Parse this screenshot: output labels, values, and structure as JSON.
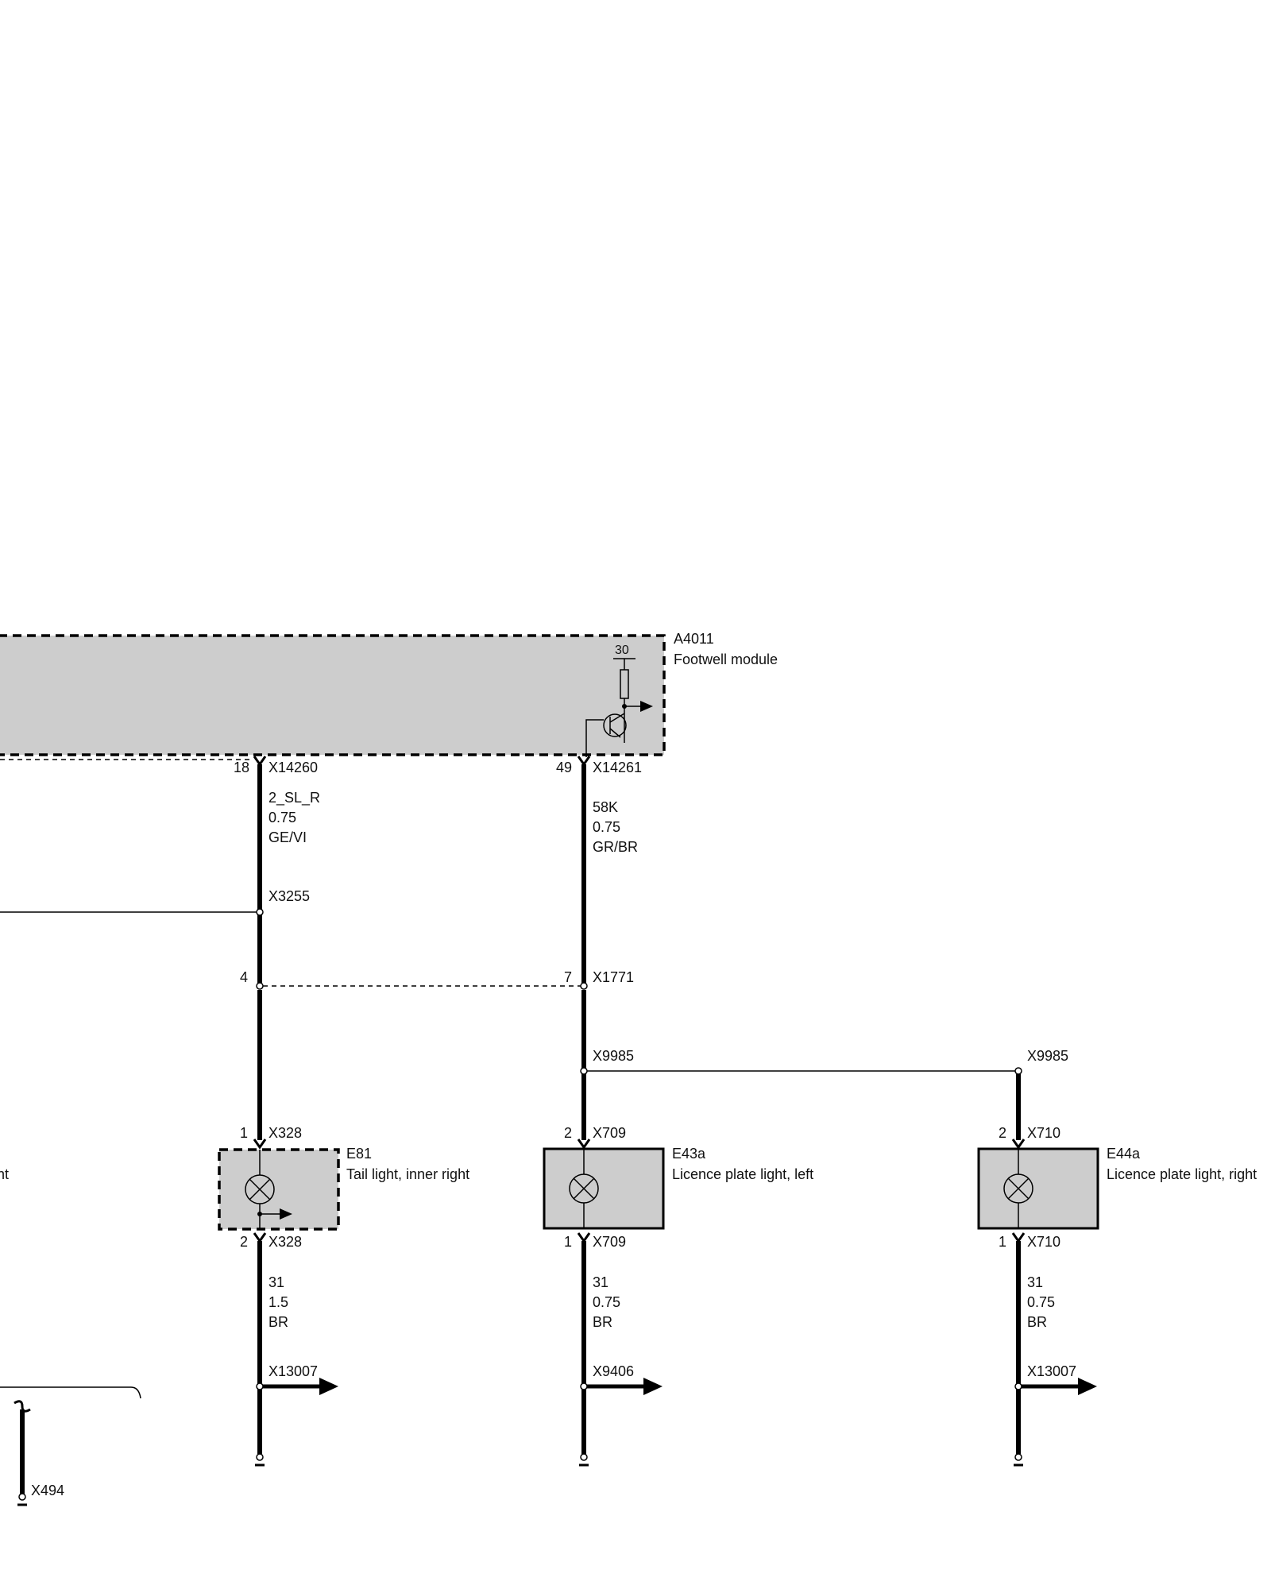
{
  "module": {
    "id": "A4011",
    "name": "Footwell module",
    "supply": "30"
  },
  "left_partial_text": "nt",
  "col1": {
    "top_pin": "18",
    "top_conn": "X14260",
    "wire_name": "2_SL_R",
    "wire_size": "0.75",
    "wire_color": "GE/VI",
    "splice": "X3255",
    "mid_pin": "4",
    "comp_pin_top": "1",
    "comp_conn_top": "X328",
    "comp_id": "E81",
    "comp_name": "Tail light, inner right",
    "comp_pin_bot": "2",
    "comp_conn_bot": "X328",
    "gnd_name": "31",
    "gnd_size": "1.5",
    "gnd_color": "BR",
    "gnd_conn": "X13007"
  },
  "col2": {
    "top_pin": "49",
    "top_conn": "X14261",
    "wire_name": "58K",
    "wire_size": "0.75",
    "wire_color": "GR/BR",
    "mid_pin": "7",
    "mid_conn": "X1771",
    "splice": "X9985",
    "comp_pin_top": "2",
    "comp_conn_top": "X709",
    "comp_id": "E43a",
    "comp_name": "Licence plate light, left",
    "comp_pin_bot": "1",
    "comp_conn_bot": "X709",
    "gnd_name": "31",
    "gnd_size": "0.75",
    "gnd_color": "BR",
    "gnd_conn": "X9406"
  },
  "col3": {
    "splice": "X9985",
    "comp_pin_top": "2",
    "comp_conn_top": "X710",
    "comp_id": "E44a",
    "comp_name": "Licence plate light, right",
    "comp_pin_bot": "1",
    "comp_conn_bot": "X710",
    "gnd_name": "31",
    "gnd_size": "0.75",
    "gnd_color": "BR",
    "gnd_conn": "X13007"
  },
  "left_connector": "X494"
}
